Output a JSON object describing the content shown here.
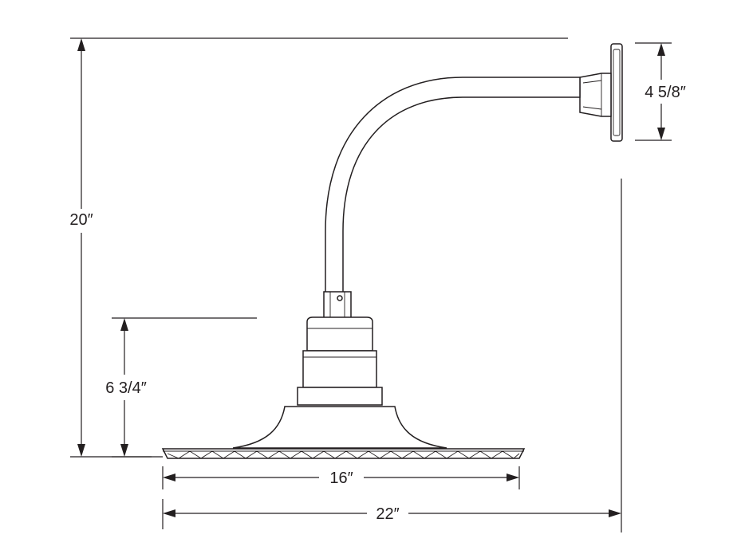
{
  "dimensions": {
    "overall_height": "20″",
    "shade_height": "6 3/4″",
    "backplate_height": "4 5/8″",
    "shade_width": "16″",
    "overall_projection": "22″"
  },
  "colors": {
    "line": "#231f20",
    "background": "#ffffff"
  }
}
